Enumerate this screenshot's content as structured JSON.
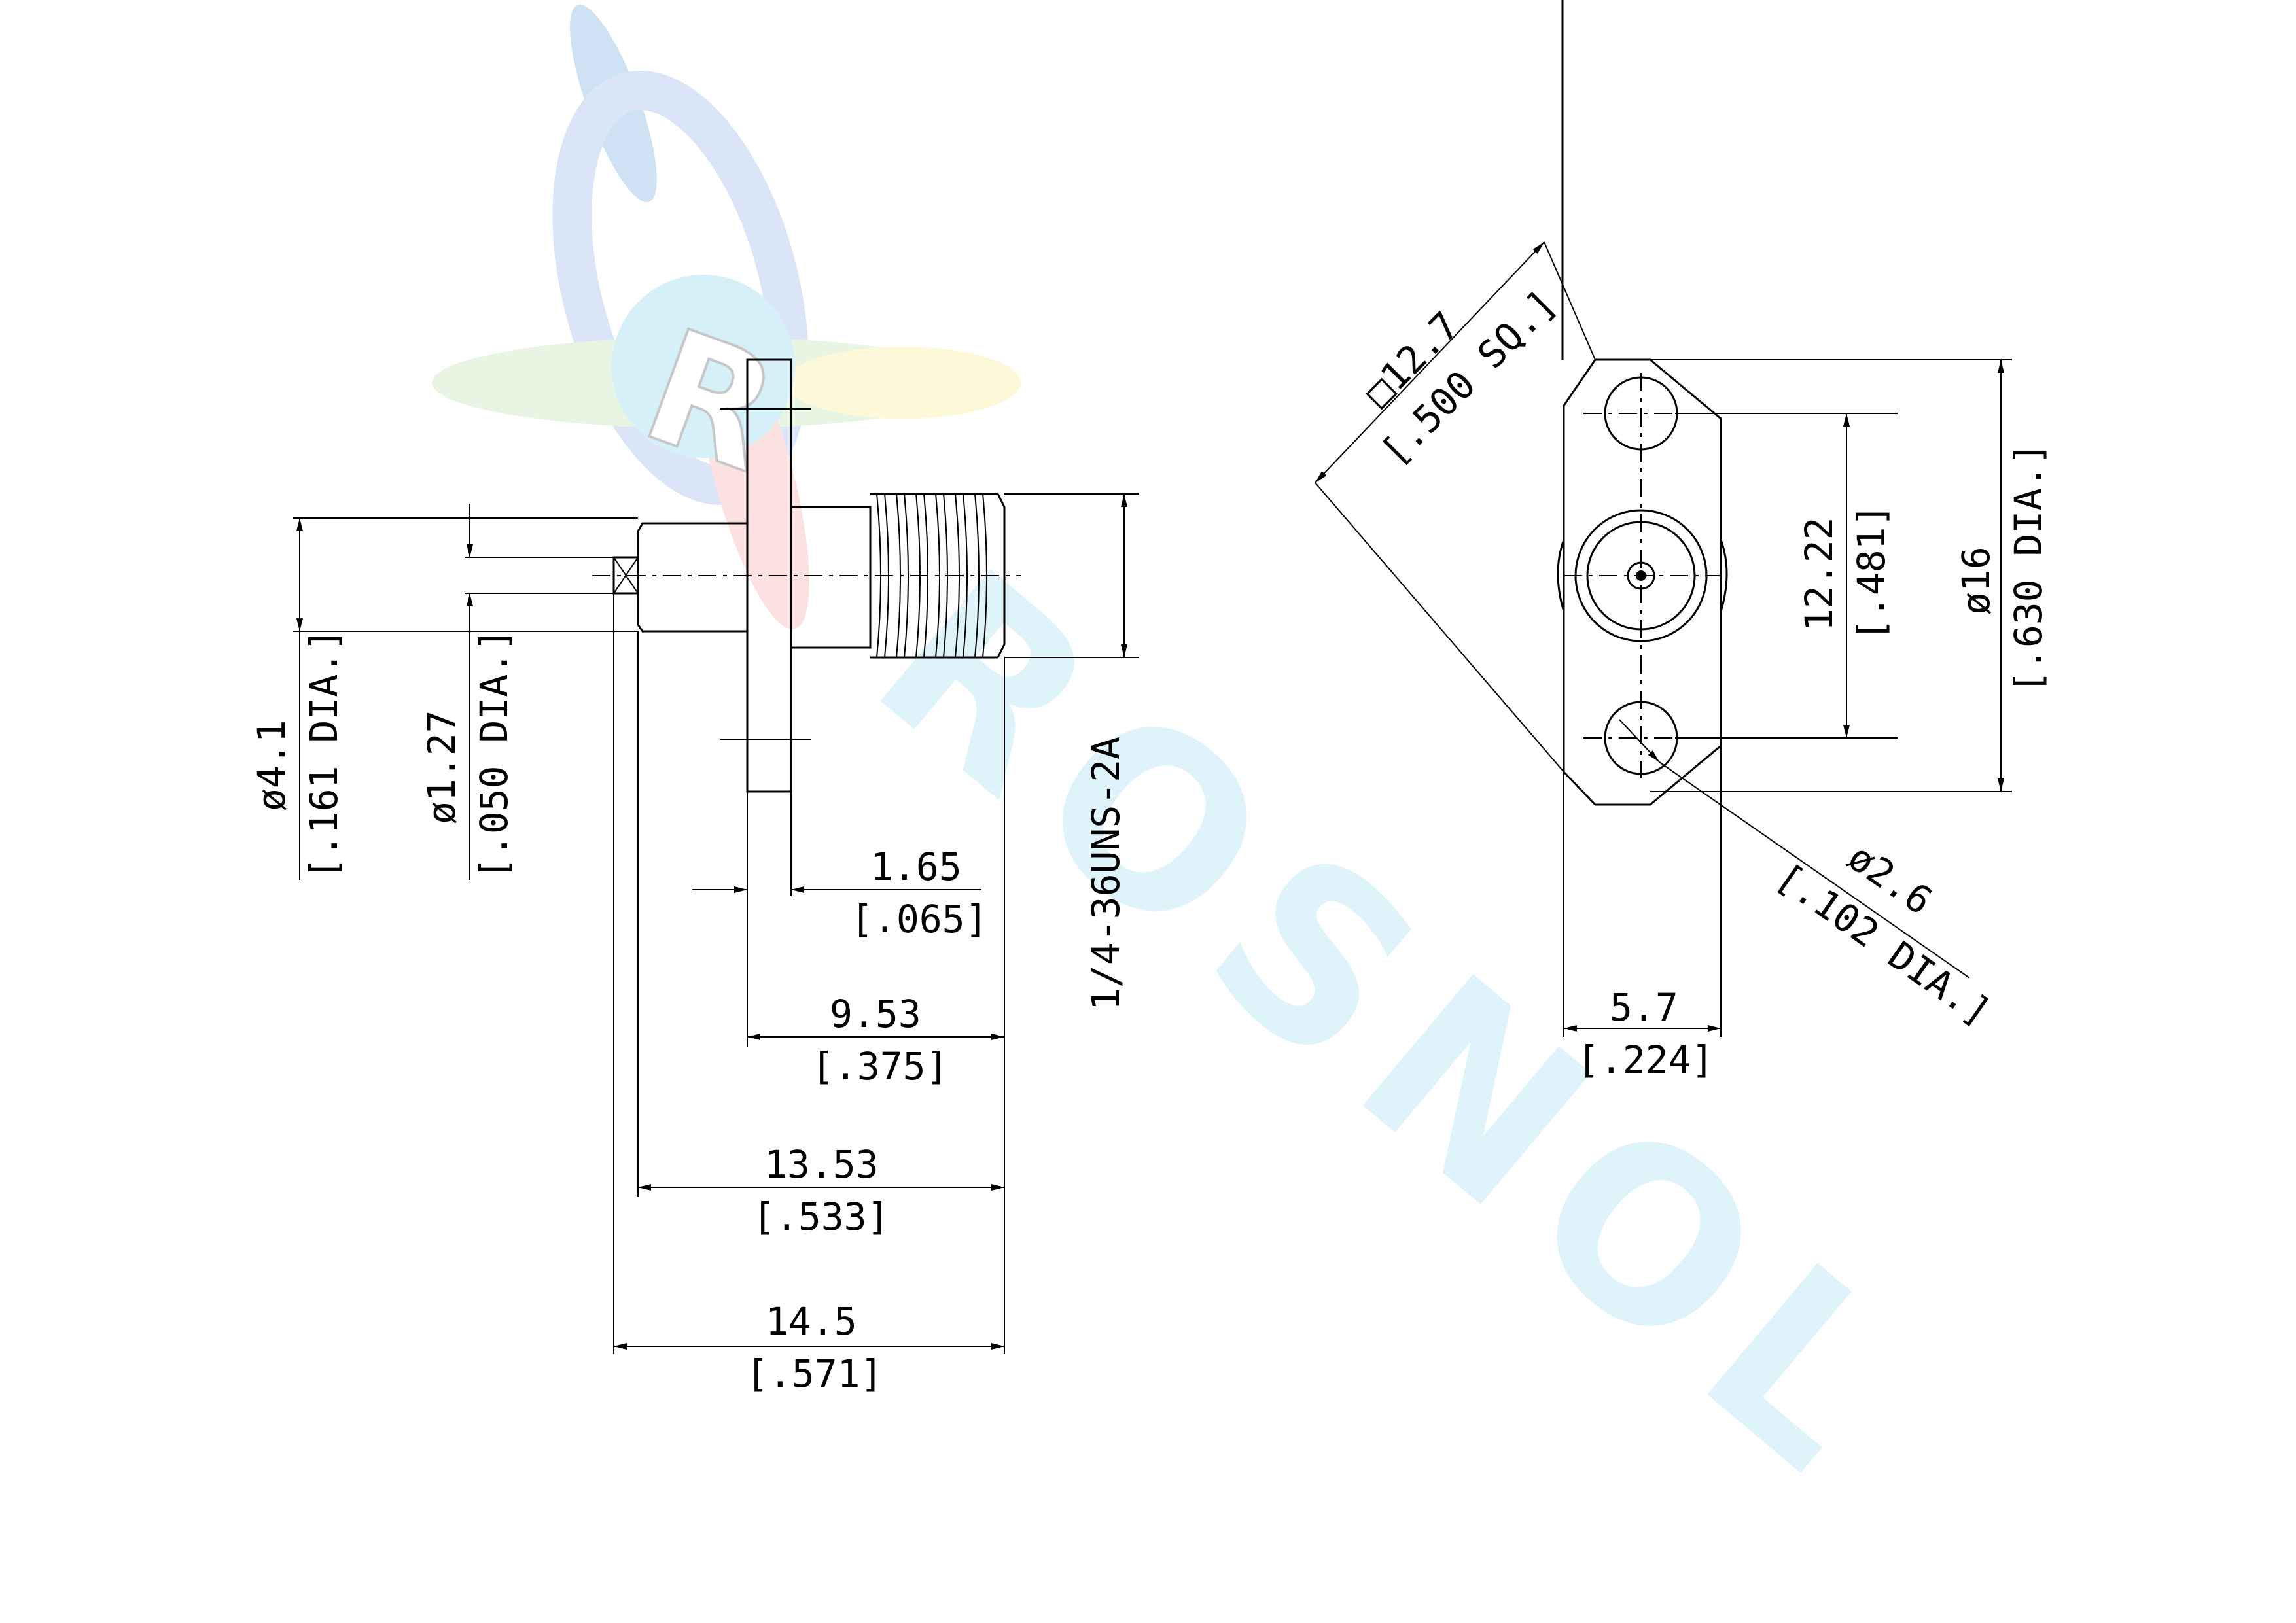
{
  "watermark": {
    "text": "ROSNOL",
    "letter": "R"
  },
  "side_view": {
    "dia_body": {
      "value": "ø4.1",
      "inch": "[.161 DIA.]"
    },
    "dia_pin": {
      "value": "ø1.27",
      "inch": "[.050 DIA.]"
    },
    "flange_thk": {
      "value": "1.65",
      "inch": "[.065]"
    },
    "thread_len": {
      "value": "9.53",
      "inch": "[.375]"
    },
    "body_len": {
      "value": "13.53",
      "inch": "[.533]"
    },
    "overall_len": {
      "value": "14.5",
      "inch": "[.571]"
    },
    "thread_spec": "1/4-36UNS-2A"
  },
  "front_view": {
    "square": {
      "value": "□12.7",
      "inch": "[.500 SQ.]"
    },
    "hole_spacing": {
      "value": "12.22",
      "inch": "[.481]"
    },
    "flange_dia": {
      "value": "ø16",
      "inch": "[.630 DIA.]"
    },
    "hole_dia": {
      "value": "ø2.6",
      "inch": "[.102 DIA.]"
    },
    "width": {
      "value": "5.7",
      "inch": "[.224]"
    }
  },
  "colors": {
    "line": "#000000",
    "wm_blue": "#6fa8dc",
    "wm_green": "#9bd18a",
    "wm_yellow": "#f7e98a",
    "wm_red": "#e06666",
    "wm_cyan": "#a6e3f3"
  }
}
